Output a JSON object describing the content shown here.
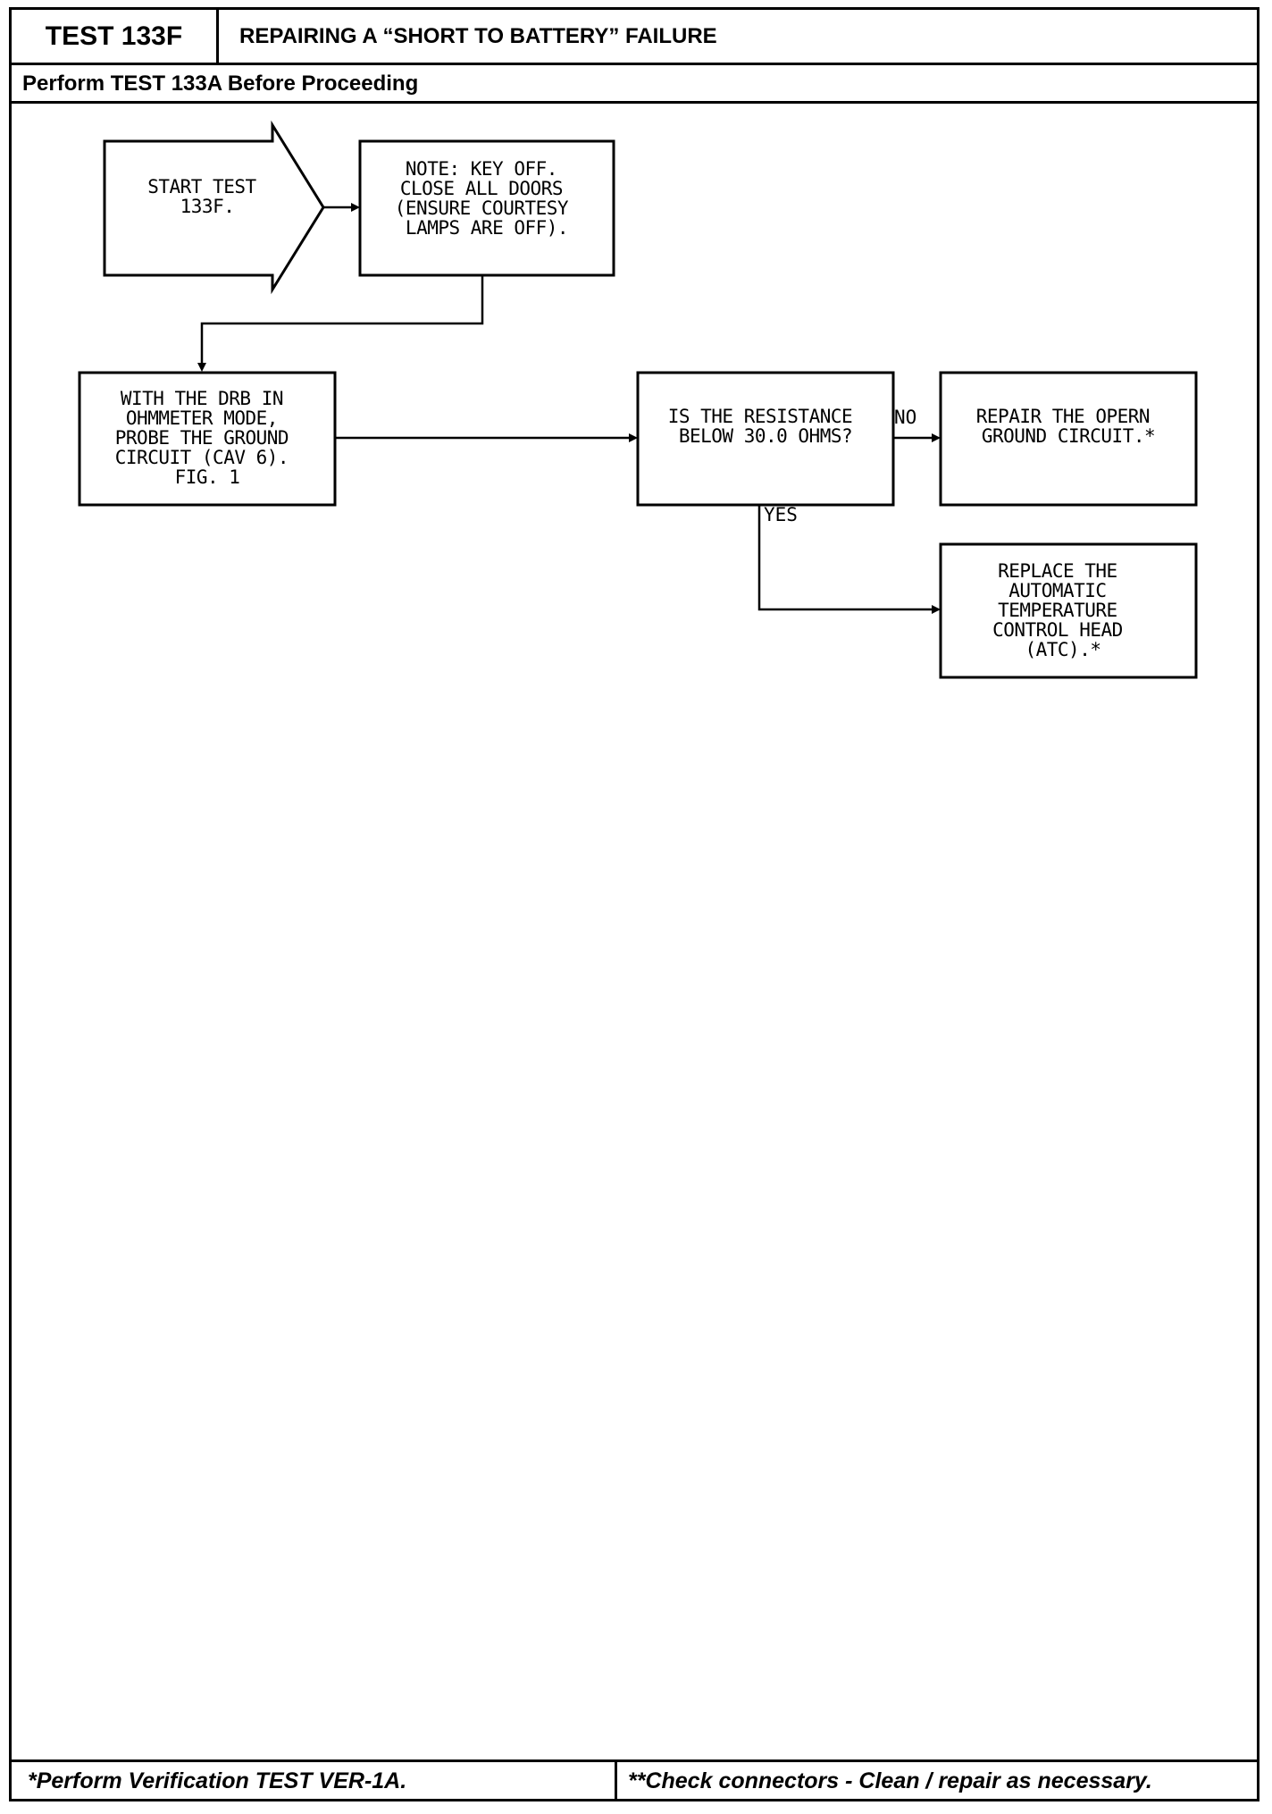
{
  "header": {
    "test_id": "TEST 133F",
    "title": "REPAIRING A “SHORT TO BATTERY” FAILURE",
    "prerequisite": "Perform TEST 133A Before Proceeding"
  },
  "flowchart": {
    "start": {
      "lines": [
        "START TEST",
        "133F."
      ]
    },
    "note": {
      "lines": [
        "NOTE: KEY OFF.",
        "CLOSE ALL DOORS",
        "(ENSURE COURTESY",
        "LAMPS ARE OFF)."
      ]
    },
    "probe": {
      "lines": [
        "WITH THE DRB IN",
        "OHMMETER MODE,",
        "PROBE THE GROUND",
        "CIRCUIT (CAV 6).",
        "FIG. 1"
      ]
    },
    "question": {
      "lines": [
        "IS THE RESISTANCE",
        "BELOW 30.0 OHMS?"
      ]
    },
    "repair": {
      "lines": [
        "REPAIR THE OPERN",
        "GROUND CIRCUIT.*"
      ]
    },
    "replace": {
      "lines": [
        "REPLACE THE",
        "AUTOMATIC",
        "TEMPERATURE",
        "CONTROL HEAD",
        "(ATC).*"
      ]
    },
    "no_label": "NO",
    "yes_label": "YES"
  },
  "footer": {
    "left": "*Perform Verification TEST VER-1A.",
    "right": "**Check connectors - Clean / repair as necessary."
  }
}
